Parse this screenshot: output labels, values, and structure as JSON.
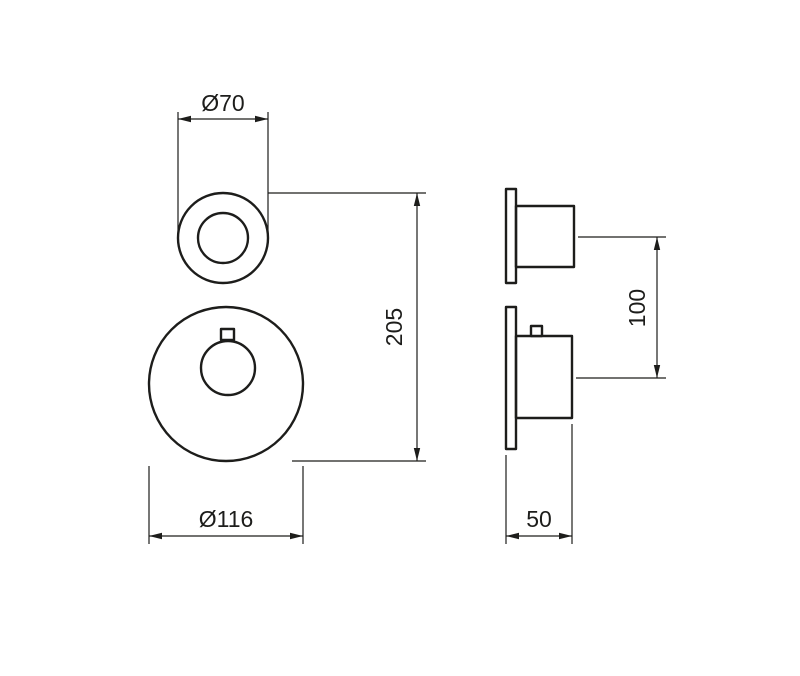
{
  "drawing": {
    "dimensions": {
      "top_diameter": "Ø70",
      "overall_height": "205",
      "plate_diameter": "Ø116",
      "handle_spacing": "100",
      "depth": "50"
    },
    "colors": {
      "line": "#1d1d1b",
      "background": "#ffffff"
    }
  }
}
